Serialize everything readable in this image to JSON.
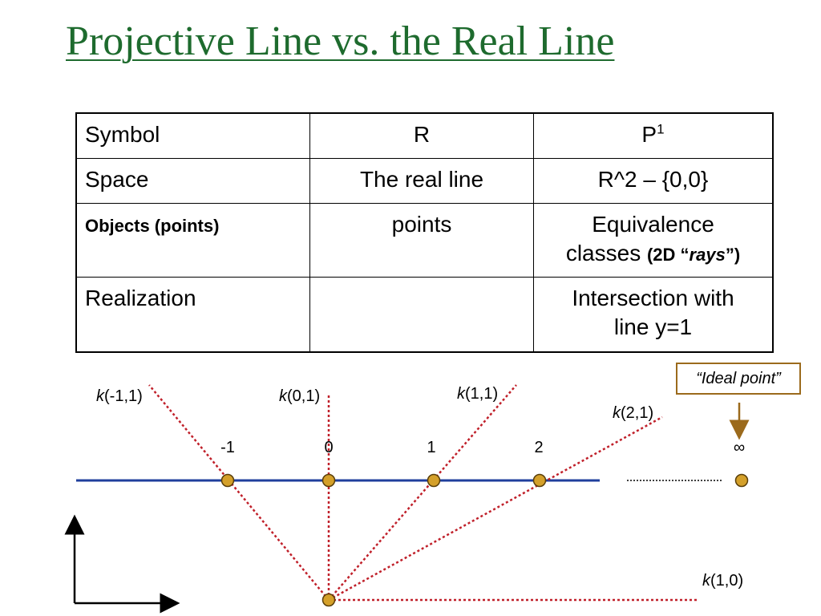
{
  "title": "Projective Line vs. the Real Line",
  "table": {
    "rows": [
      {
        "label": "Symbol",
        "real": "R",
        "proj_main": "P",
        "proj_sup": "1"
      },
      {
        "label": "Space",
        "real": "The real line",
        "proj_main": "R^2 – {0,0}"
      },
      {
        "label": "Objects (points)",
        "real": "points",
        "proj_line1": "Equivalence",
        "proj_line2": "classes",
        "proj_paren_open": "(2D “",
        "proj_paren_em": "rays",
        "proj_paren_close": "”)"
      },
      {
        "label": "Realization",
        "real": "",
        "proj_line1": "Intersection with",
        "proj_line2": "line y=1"
      }
    ]
  },
  "diagram": {
    "ideal_point_label": "“Ideal point”",
    "infinity": "∞",
    "k_symbol": "k",
    "rays": [
      {
        "id": "k-1-1",
        "coords": "(-1,1)"
      },
      {
        "id": "k-0-1",
        "coords": "(0,1)"
      },
      {
        "id": "k-1-1b",
        "coords": "(1,1)"
      },
      {
        "id": "k-2-1",
        "coords": "(2,1)"
      },
      {
        "id": "k-1-0",
        "coords": "(1,0)"
      }
    ],
    "ticks": [
      "-1",
      "0",
      "1",
      "2"
    ],
    "colors": {
      "title": "#1e6b2e",
      "real_line": "#1f3f9c",
      "rays": "#c0202a",
      "points": "#d4a02a",
      "ideal_box": "#9b6a1c"
    }
  }
}
